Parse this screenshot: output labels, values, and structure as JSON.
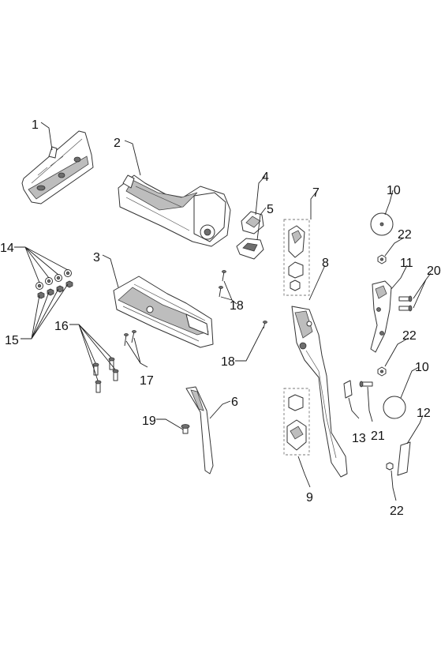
{
  "callouts": {
    "c1": "1",
    "c2": "2",
    "c3": "3",
    "c4": "4",
    "c5": "5",
    "c6": "6",
    "c7": "7",
    "c8": "8",
    "c9": "9",
    "c10a": "10",
    "c10b": "10",
    "c11": "11",
    "c12": "12",
    "c13": "13",
    "c14": "14",
    "c15": "15",
    "c16": "16",
    "c17": "17",
    "c18a": "18",
    "c18b": "18",
    "c19": "19",
    "c20": "20",
    "c21": "21",
    "c22a": "22",
    "c22b": "22",
    "c22c": "22"
  },
  "colors": {
    "line": "#333333",
    "fill": "#ffffff",
    "shade": "#bdbdbd",
    "dark": "#6e6e6e"
  }
}
